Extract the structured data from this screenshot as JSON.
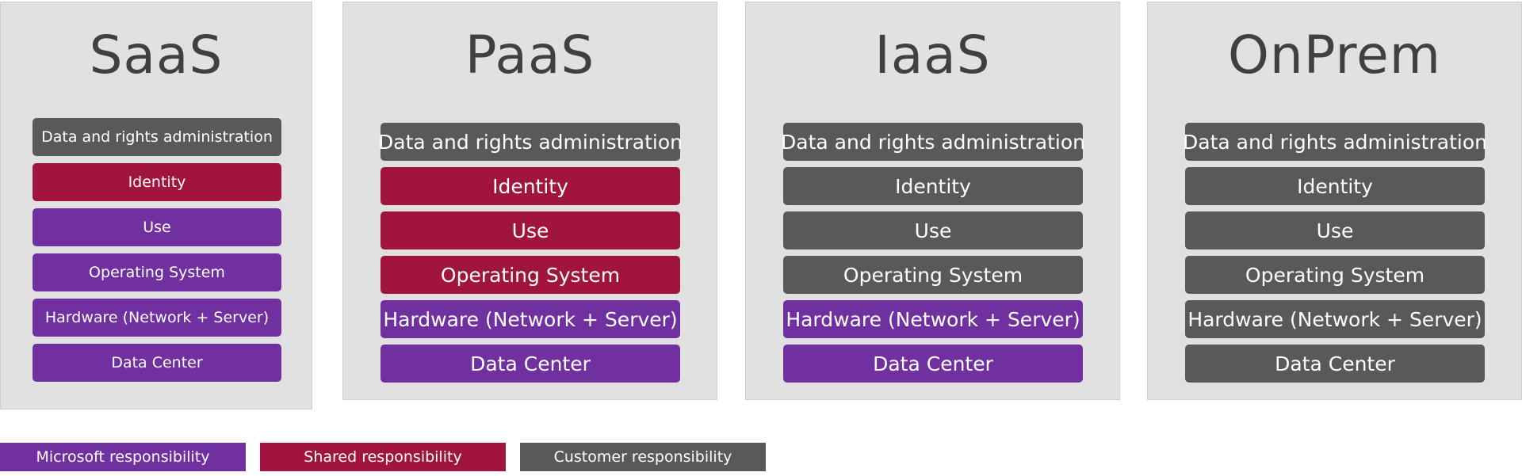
{
  "colors": {
    "microsoft": "#7030a0",
    "shared": "#a0143e",
    "customer": "#595959"
  },
  "layer_labels": [
    "Data and rights administration",
    "Identity",
    "Use",
    "Operating System",
    "Hardware (Network + Server)",
    "Data Center"
  ],
  "models": [
    {
      "title": "SaaS",
      "layers": [
        "customer",
        "shared",
        "microsoft",
        "microsoft",
        "microsoft",
        "microsoft"
      ]
    },
    {
      "title": "PaaS",
      "layers": [
        "customer",
        "shared",
        "shared",
        "shared",
        "microsoft",
        "microsoft"
      ]
    },
    {
      "title": "IaaS",
      "layers": [
        "customer",
        "customer",
        "customer",
        "customer",
        "microsoft",
        "microsoft"
      ]
    },
    {
      "title": "OnPrem",
      "layers": [
        "customer",
        "customer",
        "customer",
        "customer",
        "customer",
        "customer"
      ]
    }
  ],
  "legend": [
    {
      "key": "microsoft",
      "label": "Microsoft responsibility"
    },
    {
      "key": "shared",
      "label": "Shared responsibility"
    },
    {
      "key": "customer",
      "label": "Customer responsibility"
    }
  ]
}
